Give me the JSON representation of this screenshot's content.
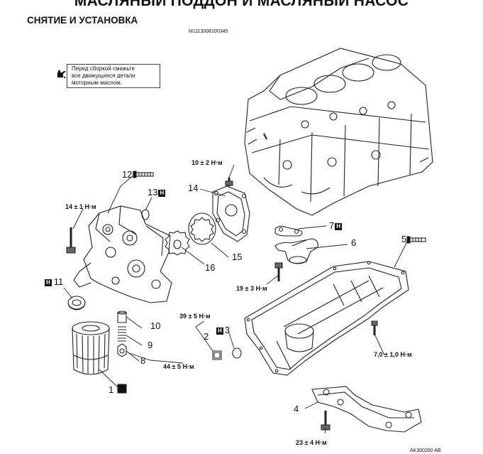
{
  "header": {
    "title": "МАСЛЯНЫЙ ПОДДОН И МАСЛЯНЫЙ НАСОС",
    "subtitle": "СНЯТИЕ И УСТАНОВКА",
    "doc_code": "M1113008100345"
  },
  "note": {
    "lines": [
      "Перед сборкой смажьте",
      "все движущиеся детали",
      "моторным маслом."
    ],
    "icon": "oil-can-icon"
  },
  "badge_letter": "H",
  "parts": {
    "p1": "1",
    "p2": "2",
    "p3": "3",
    "p4": "4",
    "p5": "5",
    "p6": "6",
    "p7": "7",
    "p8": "8",
    "p9": "9",
    "p10": "10",
    "p11": "11",
    "p12": "12",
    "p13": "13",
    "p14": "14",
    "p15": "15",
    "p16": "16"
  },
  "torques": {
    "t_10_2": "10 ± 2 Н·м",
    "t_14_1": "14 ± 1 Н·м",
    "t_19_3": "19 ± 3 Н·м",
    "t_39_5": "39 ± 5 Н·м",
    "t_44_5": "44 ± 5 Н·м",
    "t_7_1": "7,0 ± 1,0 Н·м",
    "t_23_4": "23 ± 4 Н·м"
  },
  "footer": {
    "figure_code": "AK300260 AB"
  }
}
